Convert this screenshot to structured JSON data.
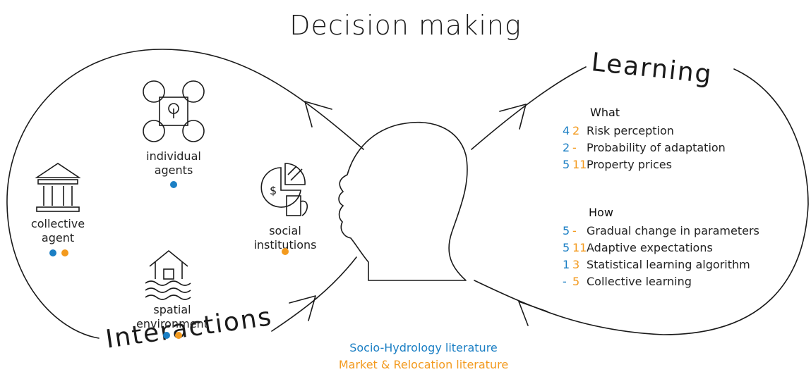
{
  "title": "Decision making",
  "colors": {
    "blue": "#1b7fc4",
    "orange": "#f39a1e",
    "ink": "#1a1a1a"
  },
  "labels": {
    "learning": "Learning",
    "interactions": "Interactions",
    "individual_agents": [
      "individual",
      "agents"
    ],
    "collective_agent": [
      "collective",
      "agent"
    ],
    "social_institutions": [
      "social",
      "institutions"
    ],
    "spatial_environment": [
      "spatial",
      "environment"
    ]
  },
  "icons": {
    "individual_agents": "agents-network-icon",
    "collective_agent": "institution-building-icon",
    "social_institutions": "finance-hand-icon",
    "spatial_environment": "flooded-house-icon",
    "head": "human-head-profile-icon"
  },
  "what": {
    "heading": "What",
    "items": [
      {
        "a": "4",
        "b": "2",
        "label": "Risk perception"
      },
      {
        "a": "2",
        "b": "-",
        "label": "Probability of adaptation"
      },
      {
        "a": "5",
        "b": "11",
        "label": "Property prices"
      }
    ]
  },
  "how": {
    "heading": "How",
    "items": [
      {
        "a": "5",
        "b": "-",
        "label": "Gradual change in parameters"
      },
      {
        "a": "5",
        "b": "11",
        "label": "Adaptive expectations"
      },
      {
        "a": "1",
        "b": "3",
        "label": "Statistical learning algorithm"
      },
      {
        "a": "-",
        "b": "5",
        "label": "Collective learning"
      }
    ]
  },
  "legend": {
    "blue": "Socio-Hydrology literature",
    "orange": "Market & Relocation literature"
  }
}
